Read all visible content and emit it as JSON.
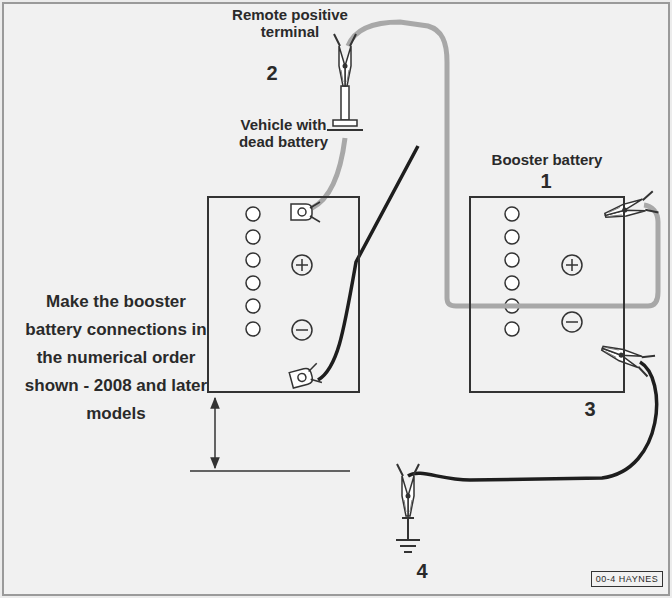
{
  "diagram": {
    "nodes": [
      {
        "text": [
          "Vehicle with dead battery"
        ]
      },
      {
        "text": [
          "Booster battery"
        ]
      }
    ],
    "labels": [
      "Remote positive terminal",
      "2",
      "1",
      "3",
      "4",
      "Make the booster battery connections in the numerical order shown - 2008 and later models",
      "00-4 HAYNES"
    ]
  }
}
